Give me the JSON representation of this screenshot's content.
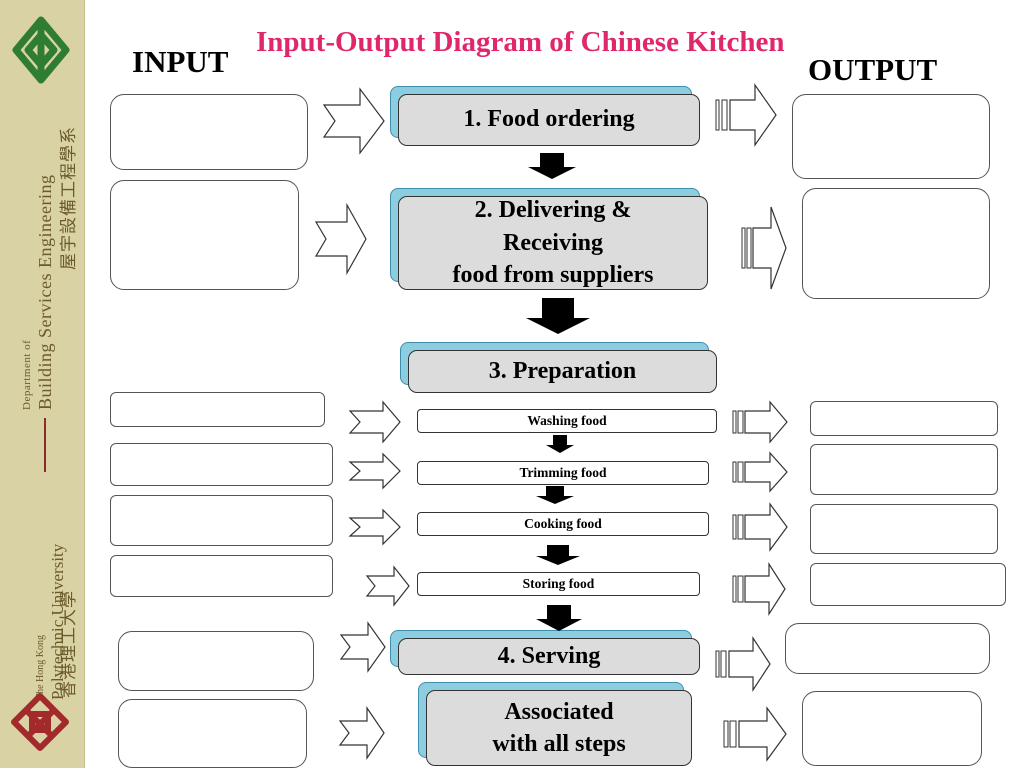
{
  "slide": {
    "title": "Input-Output Diagram of Chinese Kitchen",
    "input_header": "INPUT",
    "output_header": "OUTPUT"
  },
  "branding": {
    "department_prefix": "Department of",
    "department_name": "Building Services Engineering",
    "department_zh": "屋宇設備工程學系",
    "university_prefix": "The Hong Kong",
    "university_name": "Polytechnic University",
    "university_zh": "香港理工大學"
  },
  "steps": {
    "food_ordering": "1. Food ordering",
    "delivering_line1": "2. Delivering &",
    "delivering_line2": "Receiving",
    "delivering_line3": "food from suppliers",
    "preparation": "3. Preparation",
    "serving": "4. Serving",
    "associated_line1": "Associated",
    "associated_line2": "with all steps"
  },
  "sub_steps": {
    "washing": "Washing food",
    "trimming": "Trimming food",
    "cooking": "Cooking food",
    "storing": "Storing food"
  },
  "colors": {
    "title": "#e0276c",
    "sidebar": "#d8d2a5",
    "process_fill": "#dcdcdc",
    "process_shadow": "#8ccde0",
    "logo_green": "#2e7d32",
    "logo_red": "#a32a2a"
  }
}
